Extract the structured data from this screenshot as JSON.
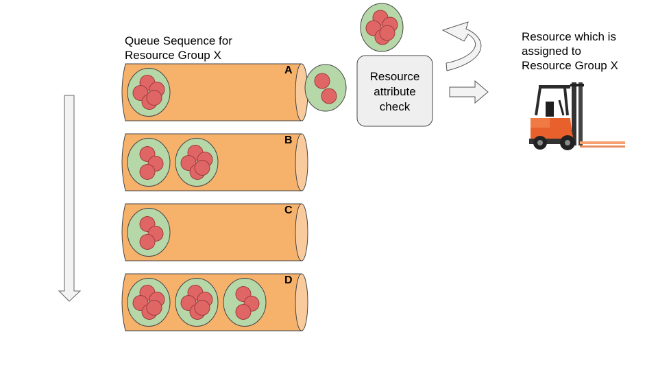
{
  "title": "Queue Sequence for\nResource Group X",
  "check_box": {
    "label": "Resource\nattribute\ncheck"
  },
  "resource": {
    "label": "Resource which is\nassigned to\nResource Group X",
    "vehicle_icon": "forklift-icon"
  },
  "queues": [
    {
      "letter": "A",
      "groups": [
        5
      ]
    },
    {
      "letter": "B",
      "groups": [
        3,
        5
      ]
    },
    {
      "letter": "C",
      "groups": [
        3
      ]
    },
    {
      "letter": "D",
      "groups": [
        5,
        5,
        3
      ]
    }
  ],
  "in_transit_group": {
    "balls": 2
  },
  "checked_group": {
    "balls": 5
  },
  "colors": {
    "queue_fill": "#f6b26b",
    "queue_end": "#f9cb9c",
    "group_fill": "#b6d7a8",
    "ball_fill": "#e06666",
    "box_fill": "#efefef",
    "arrow_fill": "#f3f3f3",
    "outline": "#444444"
  }
}
